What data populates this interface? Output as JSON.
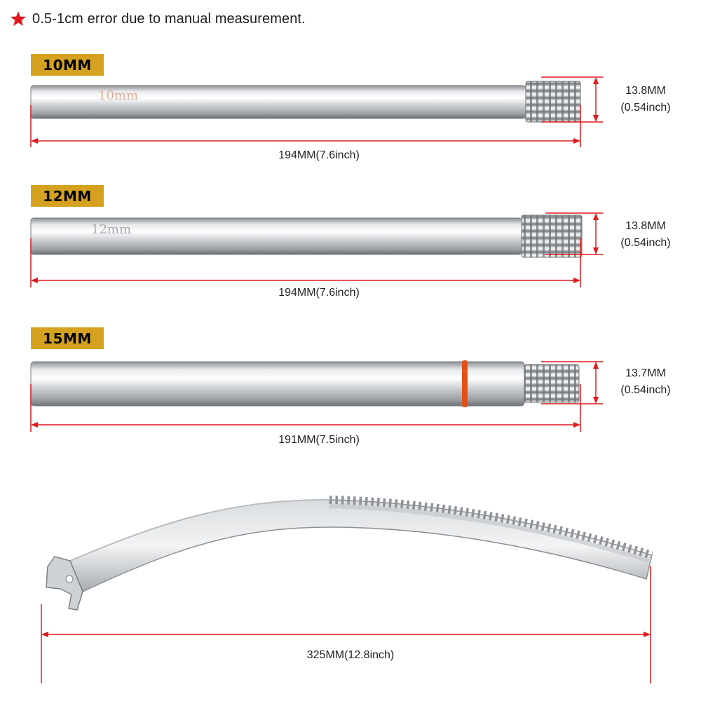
{
  "note": {
    "icon": "red-star-icon",
    "text": "0.5-1cm error due to manual measurement."
  },
  "items": [
    {
      "badge": "10MM",
      "engraving": "10mm",
      "length_label": "194MM(7.6inch)",
      "thread_mm": "13.8MM",
      "thread_inch": "(0.54inch)"
    },
    {
      "badge": "12MM",
      "engraving": "12mm",
      "length_label": "194MM(7.6inch)",
      "thread_mm": "13.8MM",
      "thread_inch": "(0.54inch)"
    },
    {
      "badge": "15MM",
      "length_label": "191MM(7.5inch)",
      "thread_mm": "13.7MM",
      "thread_inch": "(0.54inch)"
    }
  ],
  "rack_tool": {
    "length_label": "325MM(12.8inch)"
  },
  "colors": {
    "badge": "#d4a21e",
    "dimension_line": "#e0191c",
    "star": "#e0191c",
    "oring": "#e0521a"
  }
}
